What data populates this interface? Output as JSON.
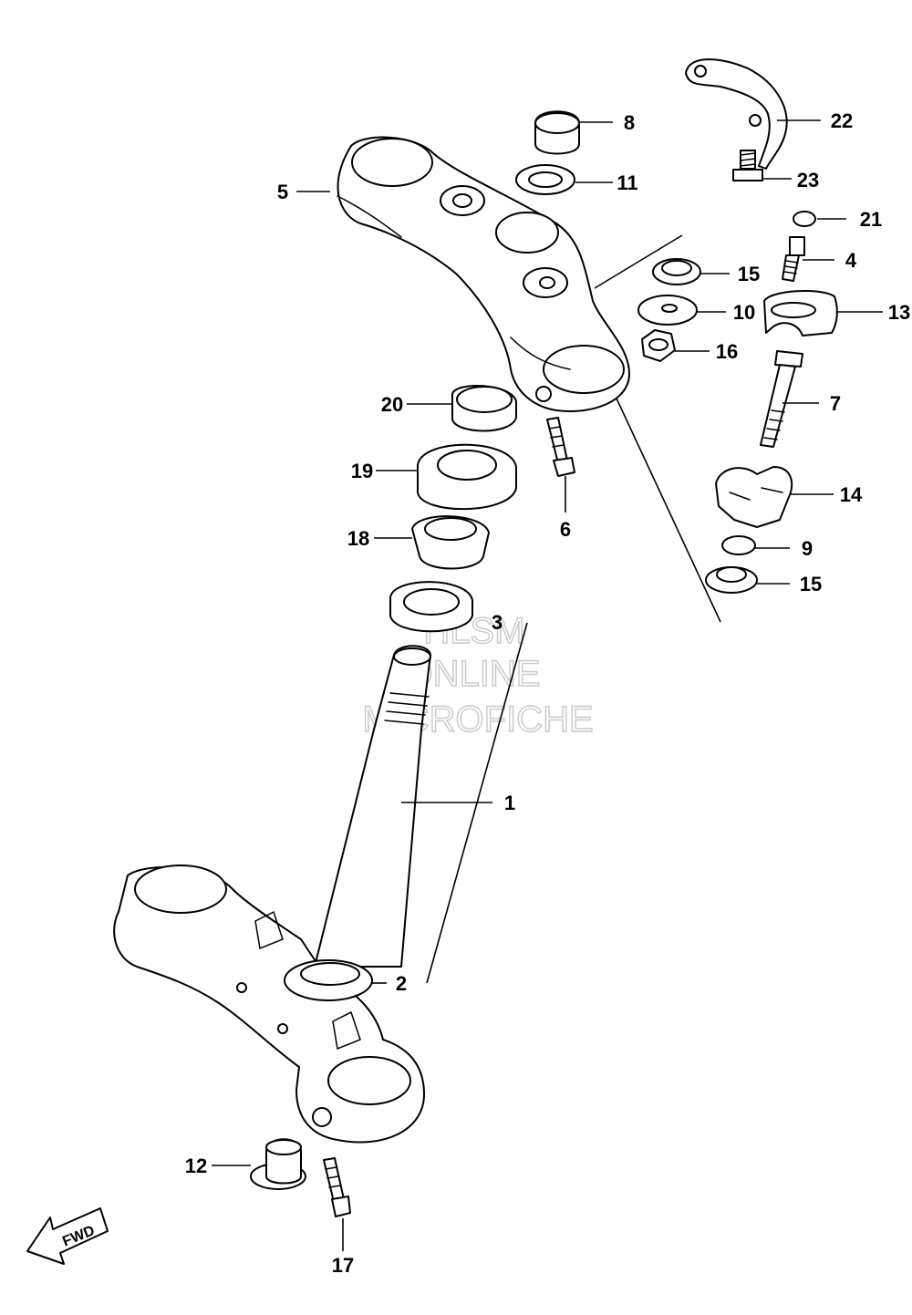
{
  "diagram": {
    "callouts": {
      "c1": "1",
      "c2": "2",
      "c3": "3",
      "c4": "4",
      "c5": "5",
      "c6": "6",
      "c7": "7",
      "c8": "8",
      "c9": "9",
      "c10": "10",
      "c11": "11",
      "c12": "12",
      "c13": "13",
      "c14": "14",
      "c15a": "15",
      "c15b": "15",
      "c16": "16",
      "c17": "17",
      "c18": "18",
      "c19": "19",
      "c20": "20",
      "c21": "21",
      "c22": "22",
      "c23": "23"
    },
    "watermark": {
      "line1": "HLSM",
      "line2": "ONLINE",
      "line3": "MICROFICHE"
    },
    "fwd_label": "FWD"
  }
}
